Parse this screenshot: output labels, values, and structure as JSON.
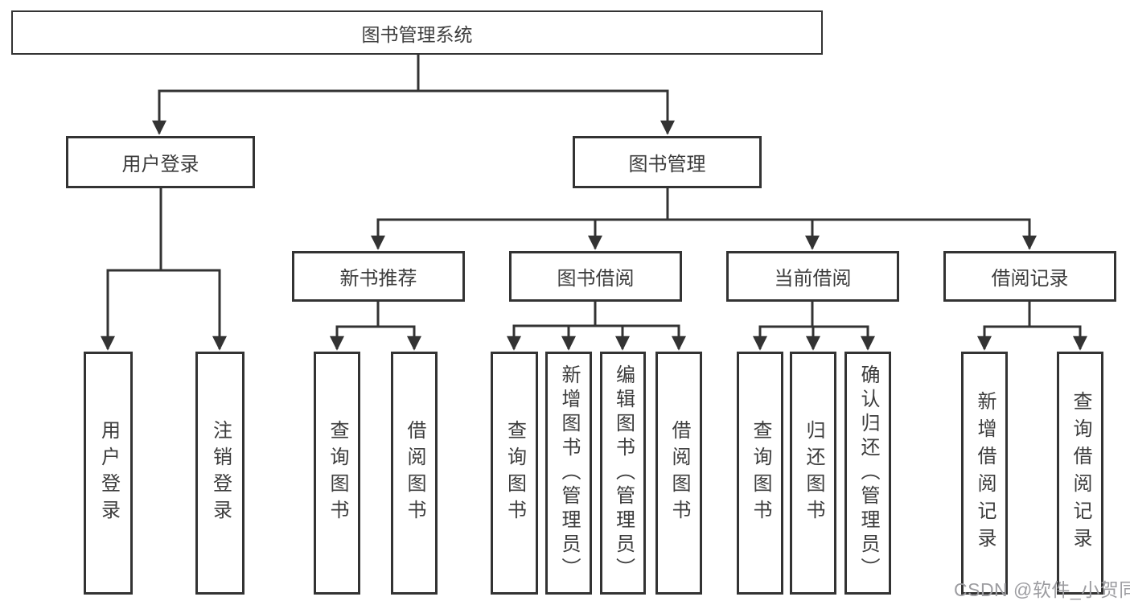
{
  "diagram_type": "hierarchy-tree",
  "colors": {
    "line": "#333333",
    "box_border": "#333333",
    "text": "#3c3c3c",
    "background": "#ffffff",
    "watermark": "#9d9da1"
  },
  "tree": {
    "label": "图书管理系统",
    "children": [
      {
        "label": "用户登录",
        "children": [
          {
            "label": "用户登录"
          },
          {
            "label": "注销登录"
          }
        ]
      },
      {
        "label": "图书管理",
        "children": [
          {
            "label": "新书推荐",
            "children": [
              {
                "label": "查询图书"
              },
              {
                "label": "借阅图书"
              }
            ]
          },
          {
            "label": "图书借阅",
            "children": [
              {
                "label": "查询图书"
              },
              {
                "label": "新增图书（管理员）"
              },
              {
                "label": "编辑图书（管理员）"
              },
              {
                "label": "借阅图书"
              }
            ]
          },
          {
            "label": "当前借阅",
            "children": [
              {
                "label": "查询图书"
              },
              {
                "label": "归还图书"
              },
              {
                "label": "确认归还（管理员）"
              }
            ]
          },
          {
            "label": "借阅记录",
            "children": [
              {
                "label": "新增借阅记录"
              },
              {
                "label": "查询借阅记录"
              }
            ]
          }
        ]
      }
    ]
  },
  "watermark": "CSDN @软件_小贺同学"
}
